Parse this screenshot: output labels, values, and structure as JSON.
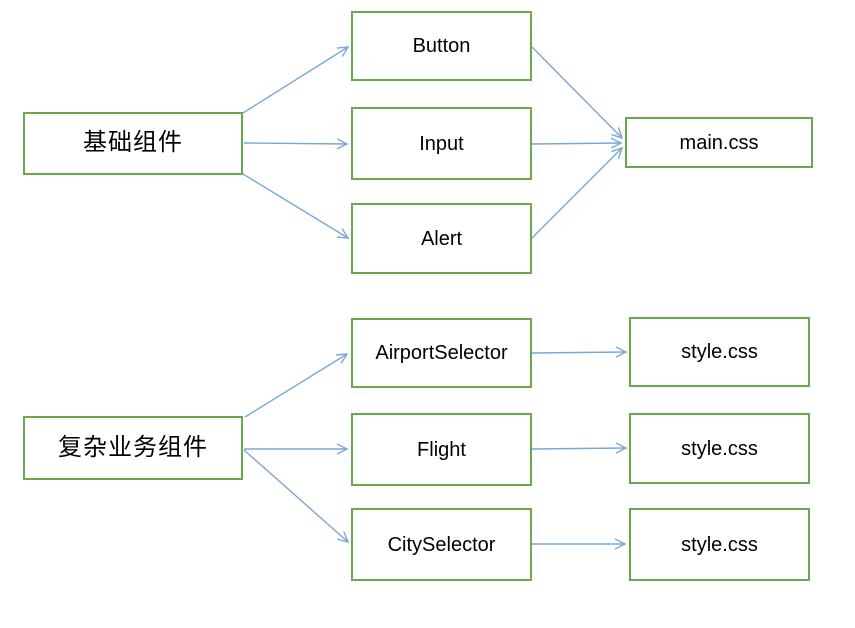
{
  "colors": {
    "background": "#ffffff",
    "box_border": "#6aa84f",
    "arrow": "#7aa7d9",
    "text": "#000000"
  },
  "nodes": {
    "basic_root": "基础组件",
    "button": "Button",
    "input": "Input",
    "alert": "Alert",
    "main_css": "main.css",
    "complex_root": "复杂业务组件",
    "airport_selector": "AirportSelector",
    "flight": "Flight",
    "city_selector": "CitySelector",
    "style_css_airport": "style.css",
    "style_css_flight": "style.css",
    "style_css_city": "style.css"
  },
  "edges": [
    {
      "from": "basic_root",
      "to": "button"
    },
    {
      "from": "basic_root",
      "to": "input"
    },
    {
      "from": "basic_root",
      "to": "alert"
    },
    {
      "from": "button",
      "to": "main_css"
    },
    {
      "from": "input",
      "to": "main_css"
    },
    {
      "from": "alert",
      "to": "main_css"
    },
    {
      "from": "complex_root",
      "to": "airport_selector"
    },
    {
      "from": "complex_root",
      "to": "flight"
    },
    {
      "from": "complex_root",
      "to": "city_selector"
    },
    {
      "from": "airport_selector",
      "to": "style_css_airport"
    },
    {
      "from": "flight",
      "to": "style_css_flight"
    },
    {
      "from": "city_selector",
      "to": "style_css_city"
    }
  ]
}
